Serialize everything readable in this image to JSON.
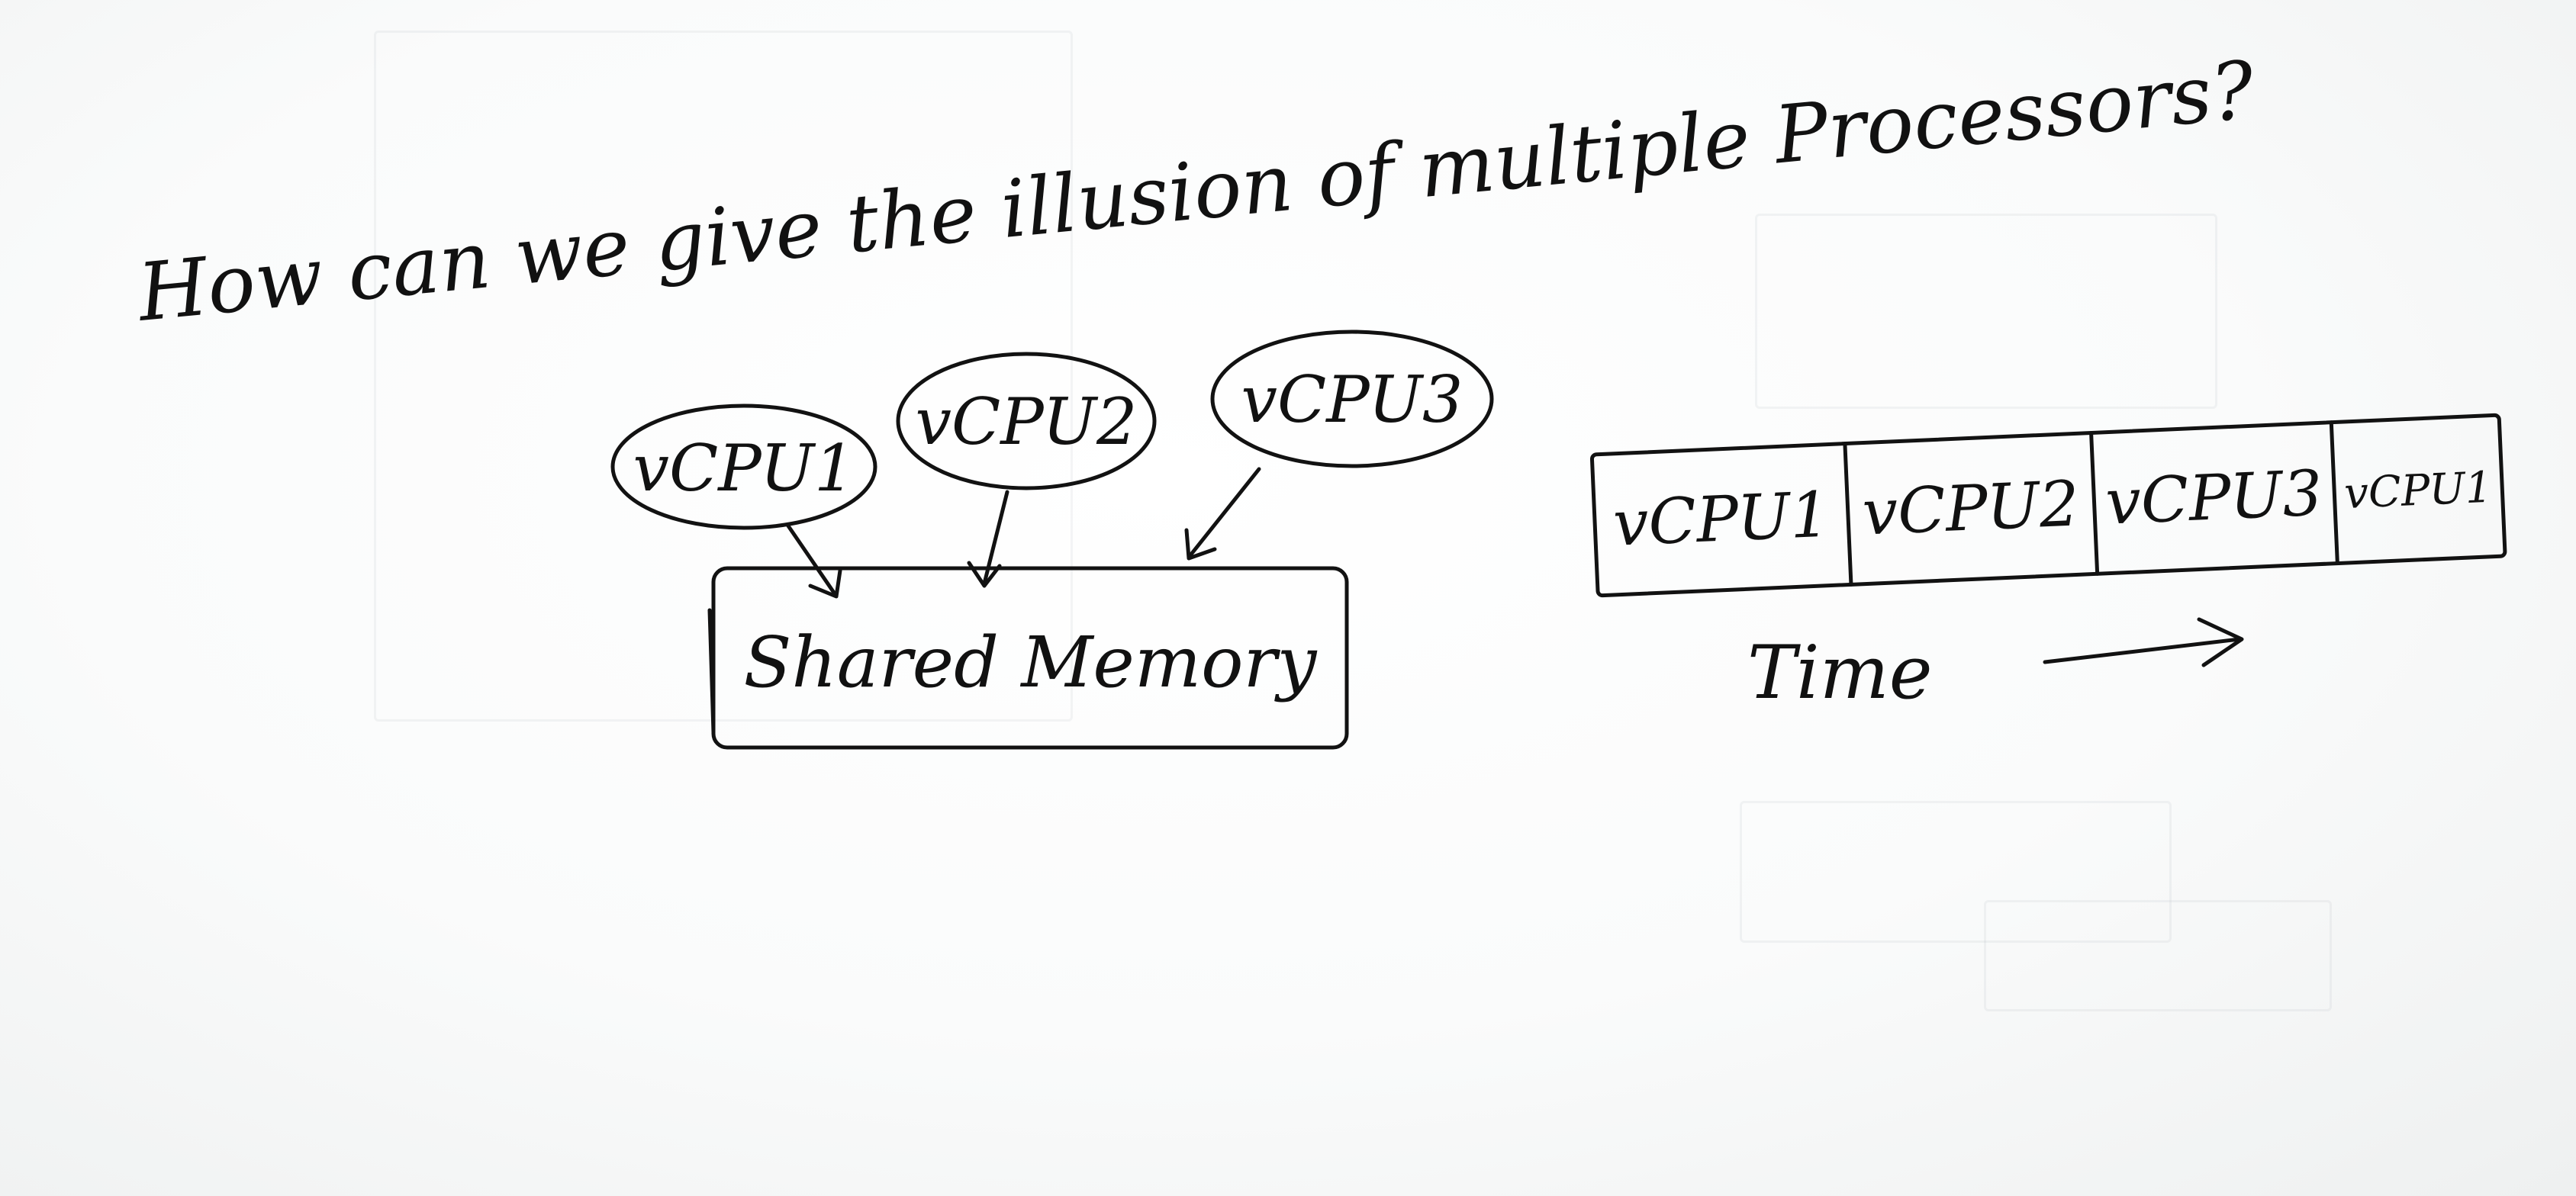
{
  "question": "How can we give the illusion of multiple Processors?",
  "vcpus": [
    "vCPU1",
    "vCPU2",
    "vCPU3"
  ],
  "shared_memory": "Shared Memory",
  "timeline": {
    "slots": [
      "vCPU1",
      "vCPU2",
      "vCPU3",
      "vCPU1"
    ],
    "axis_label": "Time"
  }
}
